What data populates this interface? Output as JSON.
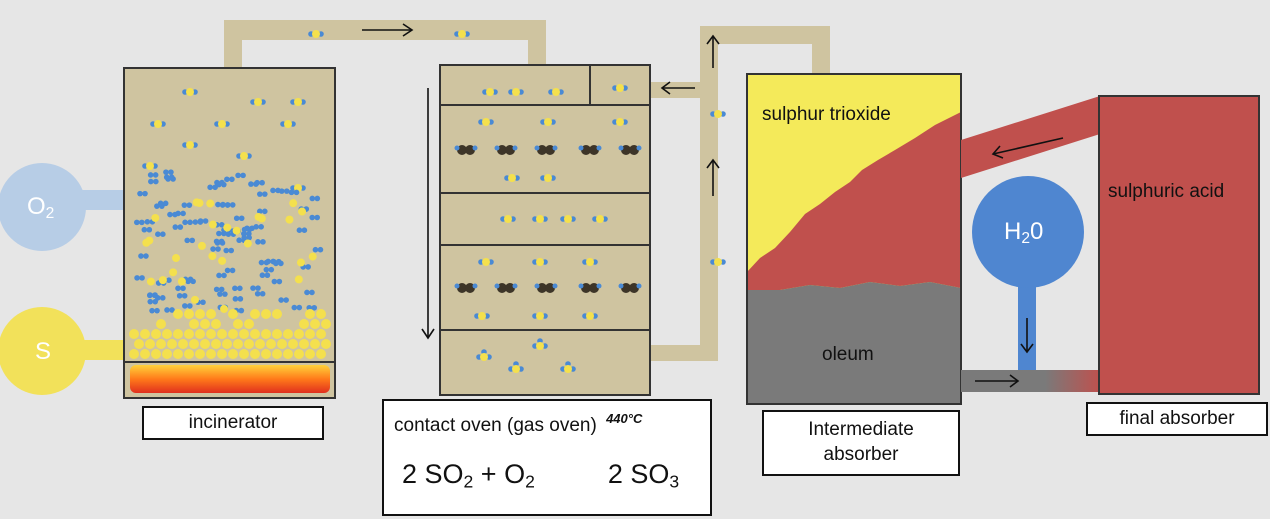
{
  "inputs": {
    "oxygen": {
      "main": "O",
      "sub": "2"
    },
    "sulfur": "S",
    "water": {
      "main": "H",
      "sub": "2",
      "rest": "0"
    }
  },
  "labels": {
    "incinerator": "incinerator",
    "contact_oven": "contact oven (gas oven)",
    "temperature": "440°C",
    "intermediate_absorber_line1": "Intermediate",
    "intermediate_absorber_line2": "absorber",
    "final_absorber": "final absorber",
    "sulphur_trioxide": "sulphur trioxide",
    "oleum": "oleum",
    "sulphuric_acid": "sulphuric acid"
  },
  "equation": {
    "coef1": "2 SO",
    "sub1": "2",
    "plus": " + O",
    "sub2": "2",
    "coef2": "2 SO",
    "sub3": "3"
  },
  "colors": {
    "background": "#e6e6e6",
    "vessel": "#cfc4a0",
    "pipe": "#cfc4a0",
    "sulfur": "#f2e15a",
    "oxygen_circle": "#b7cde6",
    "water_circle": "#4f86d0",
    "acid": "#c0504d",
    "oleum": "#7a7a7a",
    "sulphur_trioxide": "#f4ea5a",
    "catalyst": "#3d3528",
    "molecule_blue": "#4a8ad4",
    "molecule_yellow": "#f4e04d"
  }
}
